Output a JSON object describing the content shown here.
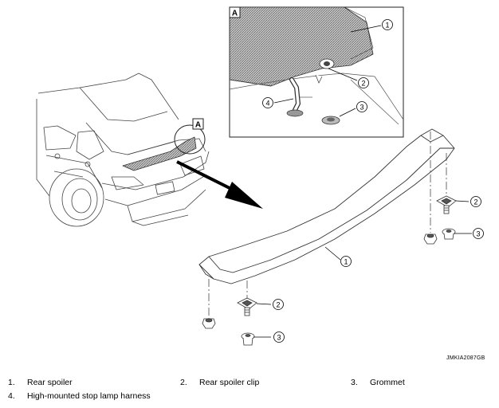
{
  "callouts": {
    "view_a_letter": "A",
    "num_1": "1",
    "num_2": "2",
    "num_3": "3",
    "num_4": "4"
  },
  "figure_code": "JMKIA2087GB",
  "legend": [
    {
      "num": "1.",
      "label": "Rear spoiler"
    },
    {
      "num": "2.",
      "label": "Rear spoiler clip"
    },
    {
      "num": "3.",
      "label": "Grommet"
    },
    {
      "num": "4.",
      "label": "High-mounted stop lamp harness"
    }
  ]
}
